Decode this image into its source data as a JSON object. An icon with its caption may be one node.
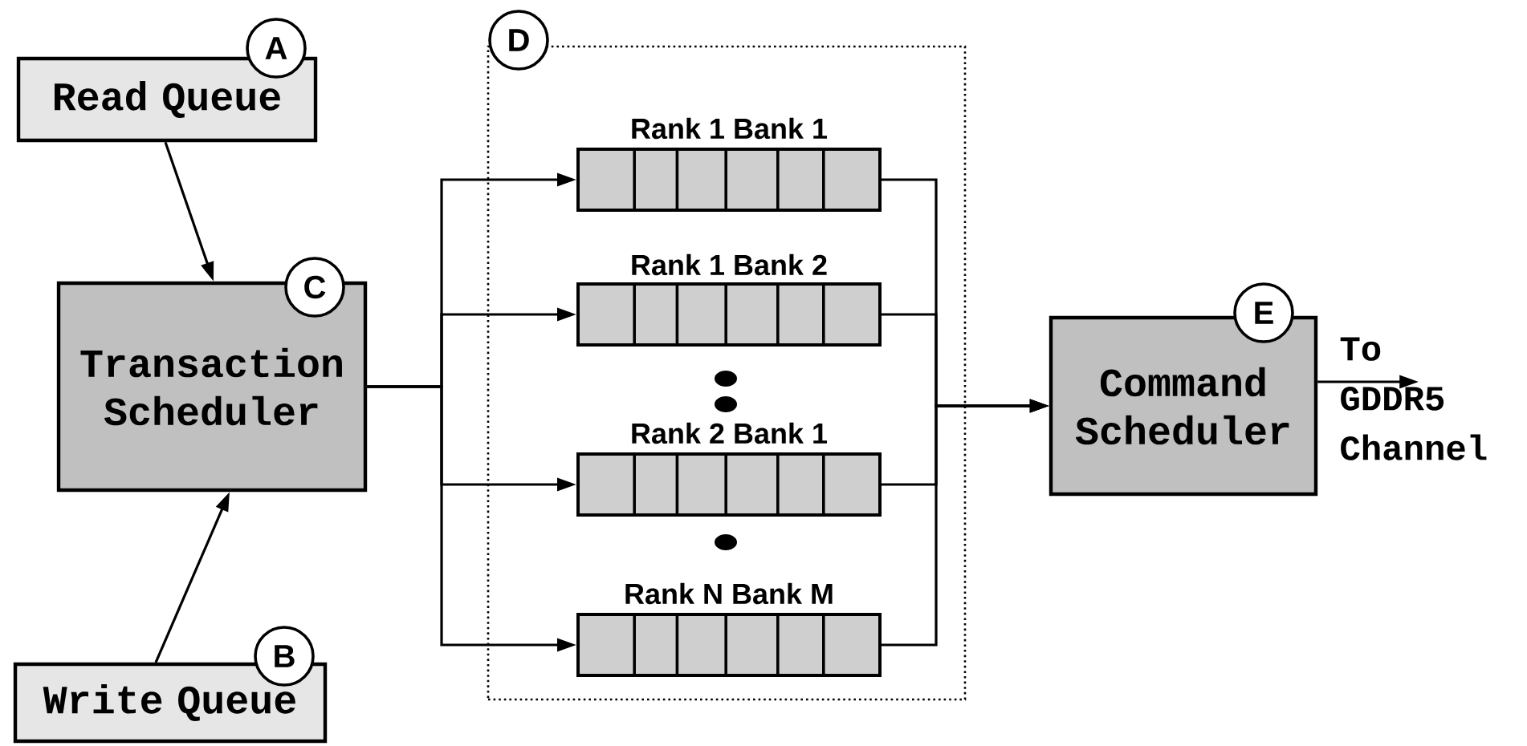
{
  "diagram": {
    "nodes": [
      {
        "text": [
          "Read Queue"
        ]
      },
      {
        "text": [
          "A"
        ]
      },
      {
        "text": [
          "Write Queue"
        ]
      },
      {
        "text": [
          "B"
        ]
      },
      {
        "text": [
          "Transaction Scheduler"
        ]
      },
      {
        "text": [
          "C"
        ]
      },
      {
        "text": [],
        "shape": "box"
      },
      {
        "text": [
          "D"
        ]
      },
      {
        "text": [
          "Rank 1 Bank 1"
        ],
        "in": 6
      },
      {
        "text": [
          "Rank 1 Bank 2"
        ],
        "in": 6
      },
      {
        "text": [
          "Rank 2 Bank 1"
        ],
        "in": 6
      },
      {
        "text": [
          "Rank N Bank M"
        ],
        "in": 6
      },
      {
        "text": [
          "Command Scheduler"
        ]
      },
      {
        "text": [
          "E"
        ]
      }
    ],
    "edges": [
      {
        "from": 0,
        "to": 4,
        "arrow": "to"
      },
      {
        "from": 2,
        "to": 4,
        "arrow": "to"
      },
      {
        "from": 4,
        "to": 8,
        "arrow": "to"
      },
      {
        "from": 4,
        "to": 9,
        "arrow": "to"
      },
      {
        "from": 4,
        "to": 10,
        "arrow": "to"
      },
      {
        "from": 4,
        "to": 11,
        "arrow": "to"
      },
      {
        "from": 8,
        "to": 12,
        "arrow": "to"
      },
      {
        "from": 9,
        "to": 12,
        "arrow": "to"
      },
      {
        "from": 10,
        "to": 12,
        "arrow": "to"
      },
      {
        "from": 11,
        "to": 12,
        "arrow": "to"
      },
      {
        "from": 12,
        "to": null,
        "arrow": "to",
        "label": "To GDDR5 Channel"
      }
    ]
  }
}
